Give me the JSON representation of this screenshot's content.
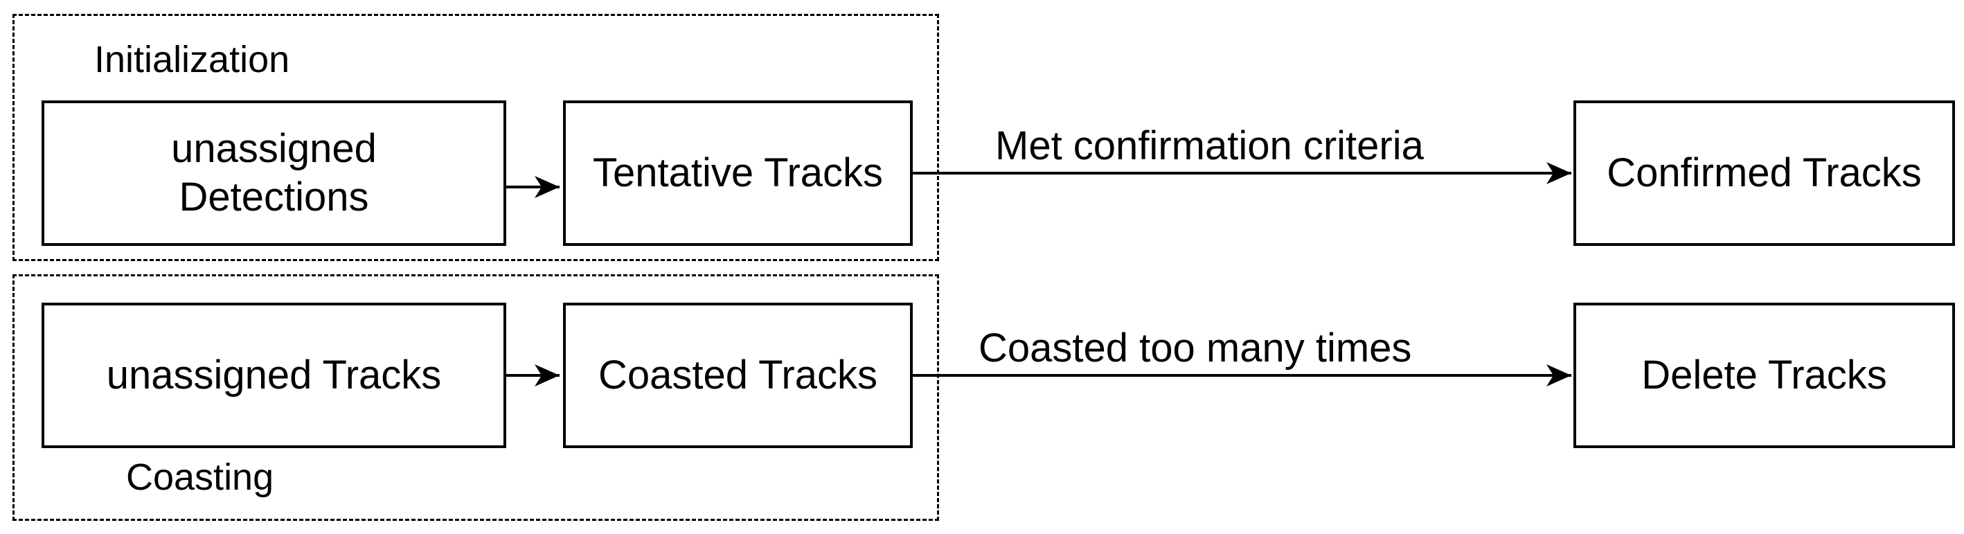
{
  "groups": {
    "initialization": {
      "label": "Initialization"
    },
    "coasting": {
      "label": "Coasting"
    }
  },
  "nodes": {
    "unassigned_detections": {
      "line1": "unassigned",
      "line2": "Detections"
    },
    "tentative_tracks": {
      "label": "Tentative Tracks"
    },
    "confirmed_tracks": {
      "label": "Confirmed Tracks"
    },
    "unassigned_tracks": {
      "label": "unassigned Tracks"
    },
    "coasted_tracks": {
      "label": "Coasted Tracks"
    },
    "delete_tracks": {
      "label": "Delete Tracks"
    }
  },
  "edges": {
    "detections_to_tentative": {
      "label": ""
    },
    "tentative_to_confirmed": {
      "label": "Met confirmation criteria"
    },
    "unassigned_to_coasted": {
      "label": ""
    },
    "coasted_to_delete": {
      "label": "Coasted too many times"
    }
  },
  "colors": {
    "stroke": "#000000",
    "background": "#ffffff"
  }
}
